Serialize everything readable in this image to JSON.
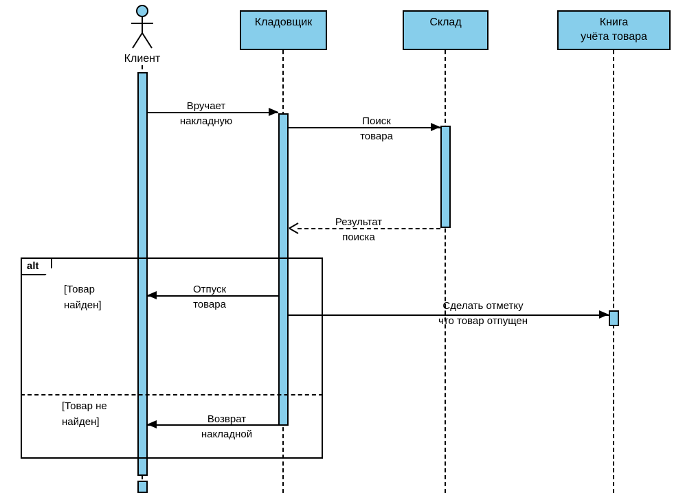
{
  "diagram_type": "uml-sequence",
  "colors": {
    "lifeline_fill": "#87CEEB",
    "border": "#000000",
    "background": "#FFFFFF"
  },
  "actor": {
    "label": "Клиент"
  },
  "lifelines": [
    {
      "label": "Кладовщик"
    },
    {
      "label": "Склад"
    },
    {
      "label": "Книга\nучёта товара"
    }
  ],
  "fragment": {
    "operator": "alt",
    "guards": [
      "[Товар\nнайден]",
      "[Товар не\nнайден]"
    ]
  },
  "messages": [
    {
      "label": "Вручает\nнакладную",
      "from": "Клиент",
      "to": "Кладовщик",
      "type": "sync"
    },
    {
      "label": "Поиск\nтовара",
      "from": "Кладовщик",
      "to": "Склад",
      "type": "sync"
    },
    {
      "label": "Результат\nпоиска",
      "from": "Склад",
      "to": "Кладовщик",
      "type": "return"
    },
    {
      "label": "Отпуск\nтовара",
      "from": "Кладовщик",
      "to": "Клиент",
      "type": "sync"
    },
    {
      "label": "Сделать отметку\nчто товар отпущен",
      "from": "Кладовщик",
      "to": "Книга учёта товара",
      "type": "sync"
    },
    {
      "label": "Возврат\nнакладной",
      "from": "Кладовщик",
      "to": "Клиент",
      "type": "sync"
    }
  ]
}
